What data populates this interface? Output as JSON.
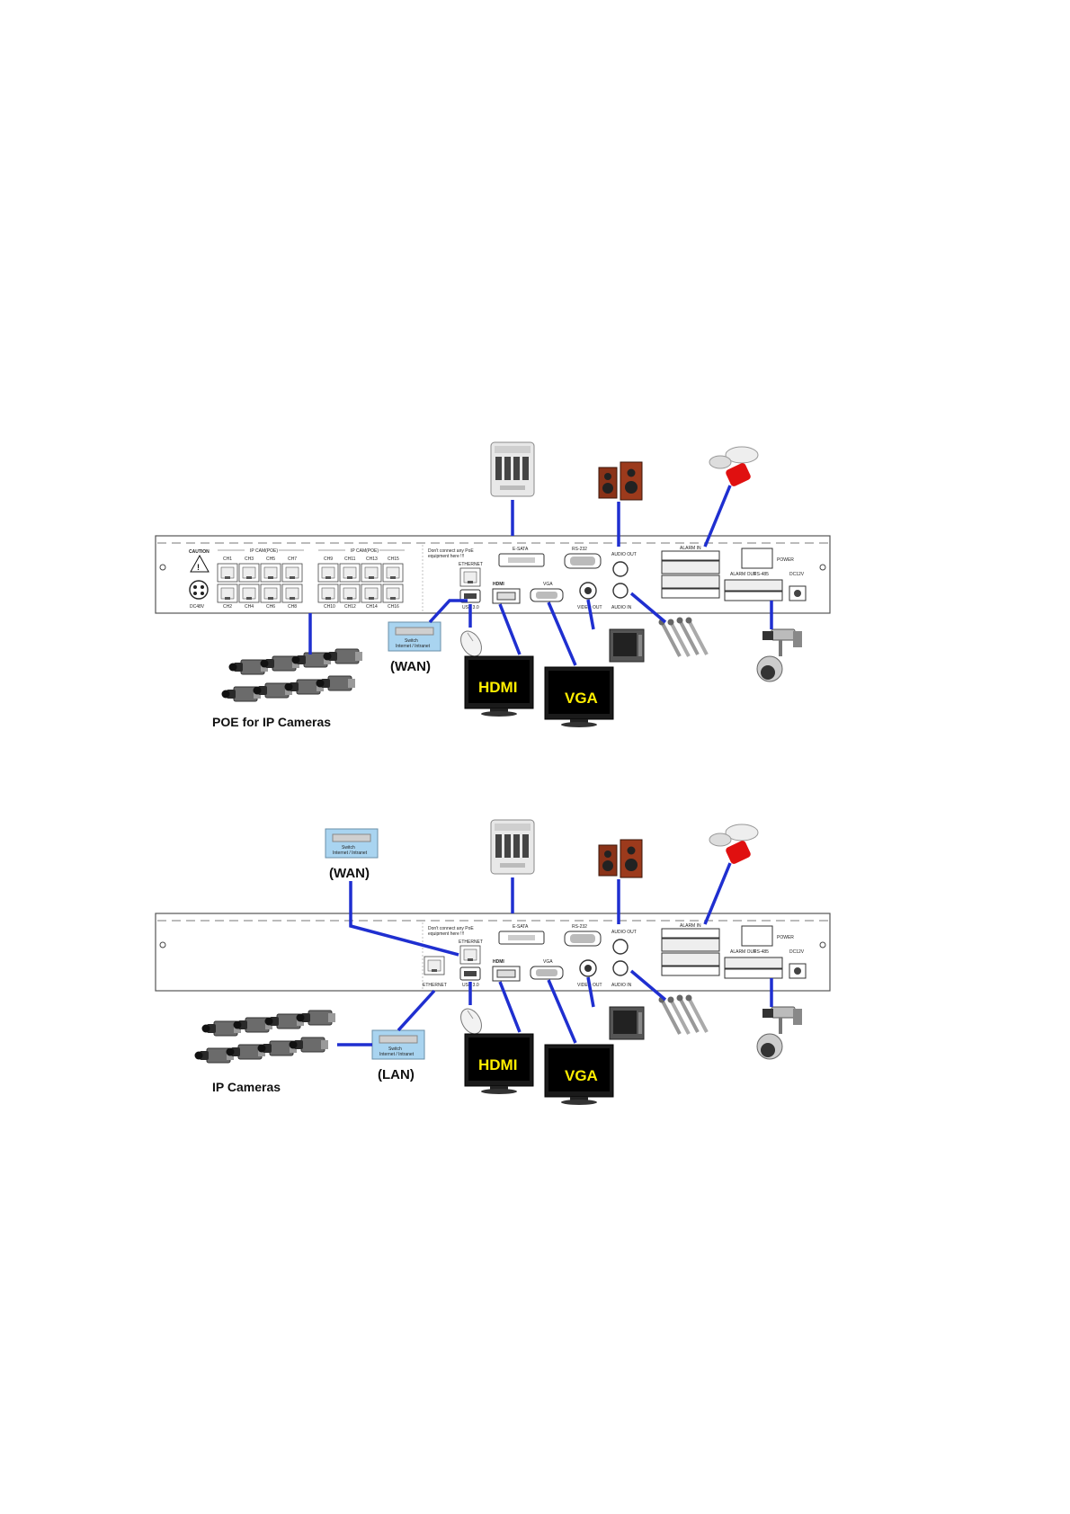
{
  "diagram1": {
    "caption_left": "POE for IP Cameras",
    "wan_label": "(WAN)",
    "hdmi_label": "HDMI",
    "vga_label": "VGA",
    "ports": {
      "caution": "CAUTION",
      "dc48v": "DC48V",
      "ip_cam_poe_a": "IP CAM(POE)",
      "ip_cam_poe_b": "IP CAM(POE)",
      "ch_top": [
        "CH1",
        "CH3",
        "CH5",
        "CH7",
        "CH9",
        "CH11",
        "CH13",
        "CH15"
      ],
      "ch_bottom": [
        "CH2",
        "CH4",
        "CH6",
        "CH8",
        "CH10",
        "CH12",
        "CH14",
        "CH16"
      ],
      "warning_line1": "Don't connect any PoE",
      "warning_line2": "equipment here !!!",
      "ethernet": "ETHERNET",
      "usb": "USB 3.0",
      "hdmi_port": "HDMI",
      "esata": "E-SATA",
      "rs232": "RS-232",
      "vga_port": "VGA",
      "video_out": "VIDEO OUT",
      "audio_out": "AUDIO OUT",
      "audio_in": "AUDIO IN",
      "alarm_in": "ALARM IN",
      "alarm_out": "ALARM OUT",
      "rs485": "RS-485",
      "power": "POWER",
      "dc12v": "DC12V",
      "switch_line1": "Switch",
      "switch_line2": "Internet / Intranet"
    }
  },
  "diagram2": {
    "caption_left": "IP Cameras",
    "wan_label": "(WAN)",
    "lan_label": "(LAN)",
    "hdmi_label": "HDMI",
    "vga_label": "VGA",
    "ports": {
      "warning_line1": "Don't connect any PoE",
      "warning_line2": "equipment here !!!",
      "ethernet_top": "ETHERNET",
      "ethernet_left": "ETHERNET",
      "usb": "USB 3.0",
      "hdmi_port": "HDMI",
      "esata": "E-SATA",
      "rs232": "RS-232",
      "vga_port": "VGA",
      "video_out": "VIDEO OUT",
      "audio_out": "AUDIO OUT",
      "audio_in": "AUDIO IN",
      "alarm_in": "ALARM IN",
      "alarm_out": "ALARM OUT",
      "rs485": "RS-485",
      "power": "POWER",
      "dc12v": "DC12V",
      "switch_line1": "Switch",
      "switch_line2": "Internet / Intranet"
    }
  },
  "colors": {
    "cable": "#1f2fd0",
    "panel_stroke": "#555555",
    "switch_fill": "#a9d4f0",
    "speaker": "#8a3218",
    "alarm_red": "#e01010"
  }
}
